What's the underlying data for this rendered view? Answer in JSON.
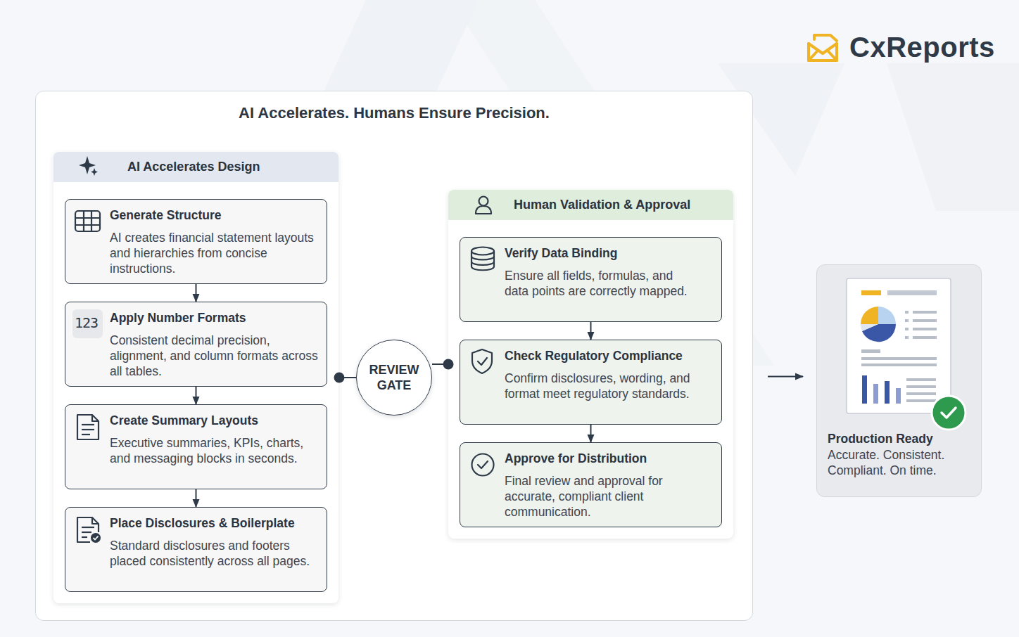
{
  "diagram": {
    "nodes": [
      {
        "text": [
          "AI Accelerates. Humans Ensure Precision."
        ]
      },
      {
        "text": [
          "AI Accelerates Design"
        ],
        "in": 0
      },
      {
        "text": [
          "Generate Structure",
          "AI creates financial statement layouts and hierarchies from concise instructions."
        ],
        "in": 1
      },
      {
        "text": [
          "Apply Number Formats",
          "Consistent decimal precision, alignment, and column formats across all tables."
        ],
        "in": 1
      },
      {
        "text": [
          "Create Summary Layouts",
          "Executive summaries, KPIs, charts, and messaging blocks in seconds."
        ],
        "in": 1
      },
      {
        "text": [
          "Place Disclosures & Boilerplate",
          "Standard disclosures and footers placed consistently across all pages."
        ],
        "in": 1
      },
      {
        "text": [
          "REVIEW GATE"
        ],
        "in": 0
      },
      {
        "text": [
          "Human Validation & Approval"
        ],
        "in": 0
      },
      {
        "text": [
          "Verify Data Binding",
          "Ensure all fields, formulas, and data points are correctly mapped."
        ],
        "in": 7
      },
      {
        "text": [
          "Check Regulatory Compliance",
          "Confirm disclosures, wording, and format meet regulatory standards."
        ],
        "in": 7
      },
      {
        "text": [
          "Approve for Distribution",
          "Final review and approval for accurate, compliant client communication."
        ],
        "in": 7
      },
      {
        "text": [
          "Production Ready",
          "Accurate. Consistent. Compliant. On time."
        ]
      }
    ],
    "edges": [
      {
        "from": 2,
        "to": 3,
        "arrow": "to"
      },
      {
        "from": 3,
        "to": 4,
        "arrow": "to"
      },
      {
        "from": 4,
        "to": 5,
        "arrow": "to"
      },
      {
        "from": 1,
        "to": 6,
        "arrow": "none"
      },
      {
        "from": 6,
        "to": 7,
        "arrow": "none"
      },
      {
        "from": 8,
        "to": 9,
        "arrow": "to"
      },
      {
        "from": 9,
        "to": 10,
        "arrow": "to"
      },
      {
        "from": 0,
        "to": 11,
        "arrow": "to"
      }
    ],
    "labels": [
      "CxReports",
      "123"
    ]
  }
}
